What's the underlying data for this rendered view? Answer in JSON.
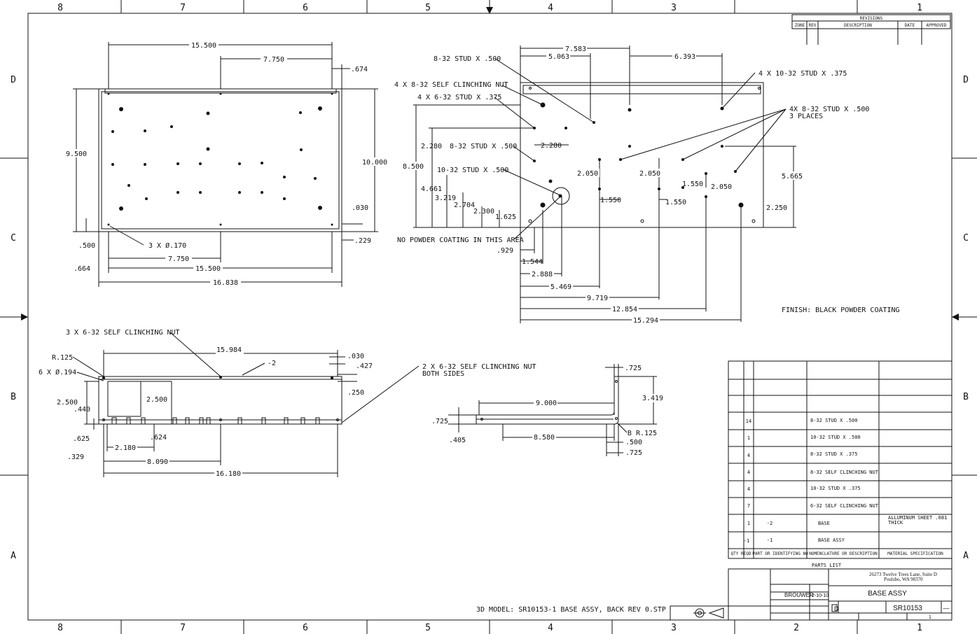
{
  "frame": {
    "columns": [
      "8",
      "7",
      "6",
      "5",
      "4",
      "3",
      "2",
      "1"
    ],
    "rows": [
      "D",
      "C",
      "B",
      "A"
    ]
  },
  "revisions": {
    "title": "REVISIONS",
    "headers": [
      "ZONE",
      "REV",
      "DESCRIPTION",
      "DATE",
      "APPROVED"
    ]
  },
  "top_view": {
    "dims": [
      "15.500",
      "7.750",
      ".674",
      "9.500",
      "10.000",
      ".030",
      ".500",
      ".229",
      "7.750",
      "15.500",
      ".664",
      "16.838"
    ],
    "callout_holes": "3 X Ø.170"
  },
  "front_view": {
    "dims": [
      "7.583",
      "5.063",
      "6.393",
      "8.500",
      "2.280",
      "2.280",
      "4.661",
      "3.219",
      "2.704",
      "2.300",
      "1.625",
      "2.050",
      "2.050",
      "1.550",
      "1.550",
      "1.550",
      "2.050",
      "5.665",
      "2.250",
      ".929",
      "1.544",
      "2.888",
      "5.469",
      "9.719",
      "12.854",
      "15.294"
    ],
    "callouts": [
      "8-32 STUD X .500",
      "4 X 8-32 SELF CLINCHING NUT",
      "4 X 6-32 STUD X .375",
      "8-32 STUD X .500",
      "10-32 STUD X .500",
      "NO POWDER COATING IN THIS AREA",
      "4 X 10-32 STUD X .375"
    ],
    "multi_callout": [
      "4X 8-32 STUD X .500",
      "3 PLACES"
    ]
  },
  "side_view": {
    "dims": [
      "15.984",
      ".030",
      ".427",
      ".250",
      "2.500",
      ".440",
      "2.500",
      ".625",
      ".624",
      "2.180",
      ".329",
      "8.090",
      "16.180"
    ],
    "callouts": [
      "3 X 6-32 SELF CLINCHING NUT",
      "R.125",
      "6 X Ø.194",
      "-2"
    ],
    "both_sides": [
      "2 X 6-32 SELF CLINCHING NUT",
      "BOTH SIDES"
    ]
  },
  "bracket_view": {
    "dims": [
      ".725",
      "3.419",
      "9.000",
      ".725",
      ".405",
      "8.580",
      "B R.125",
      ".500",
      ".725"
    ]
  },
  "finish_note": "FINISH: BLACK POWDER COATING",
  "model_note": "3D MODEL: SR10153-1 BASE ASSY, BACK REV 0.STP",
  "parts_list": {
    "title": "PARTS LIST",
    "headers": [
      "QTY REQD",
      "PART OR IDENTIFYING NO",
      "NOMENCLATURE OR DESCRIPTION",
      "MATERIAL SPECIFICATION"
    ],
    "rows": [
      {
        "qty": "14",
        "part": "",
        "desc": "8-32 STUD X .500",
        "mat": ""
      },
      {
        "qty": "1",
        "part": "",
        "desc": "10-32 STUD X .500",
        "mat": ""
      },
      {
        "qty": "4",
        "part": "",
        "desc": "8-32 STUD X .375",
        "mat": ""
      },
      {
        "qty": "4",
        "part": "",
        "desc": "8-32 SELF CLINCHING NUT",
        "mat": ""
      },
      {
        "qty": "4",
        "part": "",
        "desc": "10-32 STUD X .375",
        "mat": ""
      },
      {
        "qty": "7",
        "part": "",
        "desc": "6-32 SELF CLINCHING NUT",
        "mat": ""
      },
      {
        "qty": "1",
        "part": "-2",
        "desc": "BASE",
        "mat": "ALLUMINUM SHEET .081 THICK"
      },
      {
        "qty": "-1",
        "part": "-1",
        "desc": "BASE ASSY",
        "mat": ""
      }
    ]
  },
  "title_block": {
    "address_line1": "26273 Twelve Trees Lane, Suite D",
    "address_line2": "Poulsbo, WA 98370",
    "drawn_by": "BROUWER",
    "date": "2-10-10",
    "title": "BASE ASSY",
    "size": "D",
    "dwg_no": "SR10153",
    "rev": "—",
    "sheet": "1"
  },
  "colors": {
    "ink": "#111111",
    "paper": "#ffffff"
  }
}
